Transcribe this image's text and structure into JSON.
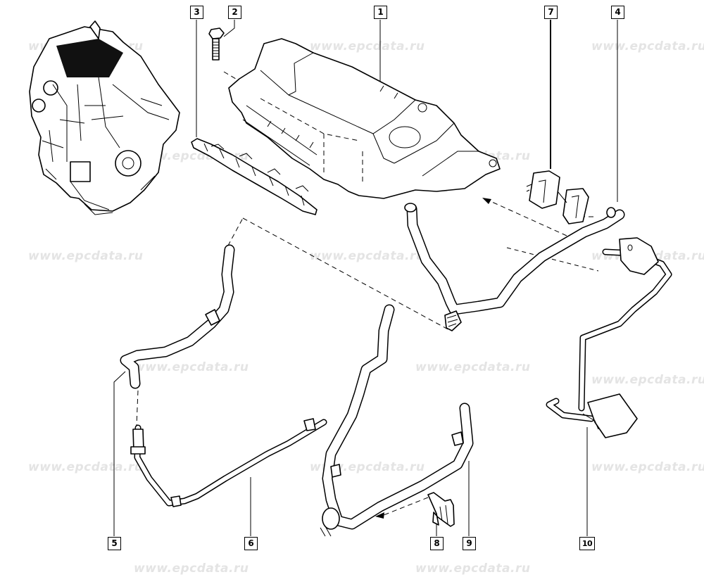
{
  "diagram": {
    "title": "Engine cover and breather hoses exploded view",
    "watermark_text": "www.epcdata.ru",
    "callouts": [
      {
        "id": "1",
        "label": "1",
        "part": "engine-cover"
      },
      {
        "id": "2",
        "label": "2",
        "part": "bolt"
      },
      {
        "id": "3",
        "label": "3",
        "part": "seal-strip"
      },
      {
        "id": "4",
        "label": "4",
        "part": "upper-hose-right"
      },
      {
        "id": "5",
        "label": "5",
        "part": "hose-connector-left"
      },
      {
        "id": "6",
        "label": "6",
        "part": "lower-pipe-left"
      },
      {
        "id": "7",
        "label": "7",
        "part": "clips-pair"
      },
      {
        "id": "8",
        "label": "8",
        "part": "bracket-clip"
      },
      {
        "id": "9",
        "label": "9",
        "part": "lower-hose-center"
      },
      {
        "id": "10",
        "label": "10",
        "part": "pipe-with-bracket-right"
      }
    ]
  }
}
